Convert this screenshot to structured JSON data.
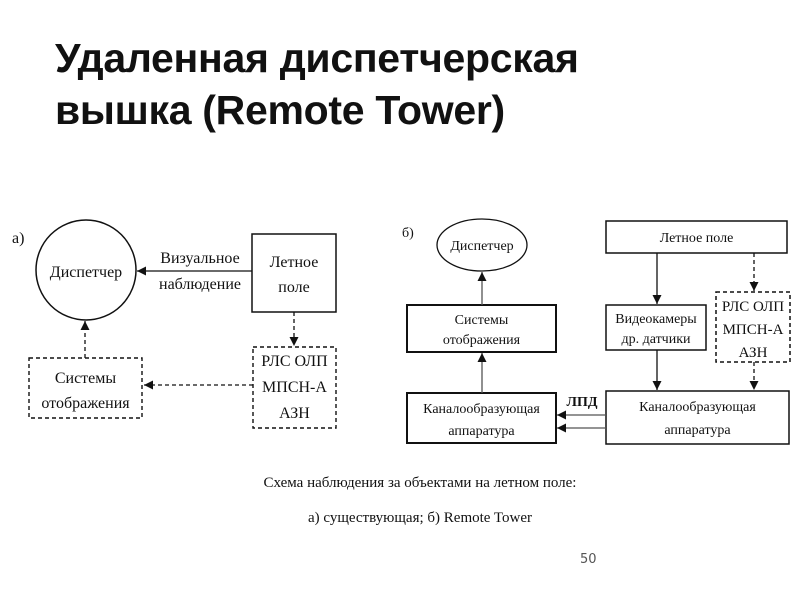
{
  "slide": {
    "title_line1": "Удаленная диспетчерская",
    "title_line2": "вышка (Remote Tower)",
    "caption_line1": "Схема наблюдения за объектами на летном поле:",
    "caption_line2": "а) существующая; б) Remote Tower",
    "page_number": "50"
  },
  "diagram_a": {
    "label": "а)",
    "dispatcher": "Диспетчер",
    "visual_obs_line1": "Визуальное",
    "visual_obs_line2": "наблюдение",
    "field_line1": "Летное",
    "field_line2": "поле",
    "radar_line1": "РЛС ОЛП",
    "radar_line2": "МПСН-А",
    "radar_line3": "АЗН",
    "display_line1": "Системы",
    "display_line2": "отображения"
  },
  "diagram_b": {
    "label": "б)",
    "dispatcher": "Диспетчер",
    "field": "Летное поле",
    "display_line1": "Системы",
    "display_line2": "отображения",
    "cameras_line1": "Видеокамеры",
    "cameras_line2": "др. датчики",
    "radar_line1": "РЛС ОЛП",
    "radar_line2": "МПСН-А",
    "radar_line3": "АЗН",
    "channel_left_line1": "Каналообразующая",
    "channel_left_line2": "аппаратура",
    "channel_right_line1": "Каналообразующая",
    "channel_right_line2": "аппаратура",
    "link_label": "ЛПД"
  }
}
